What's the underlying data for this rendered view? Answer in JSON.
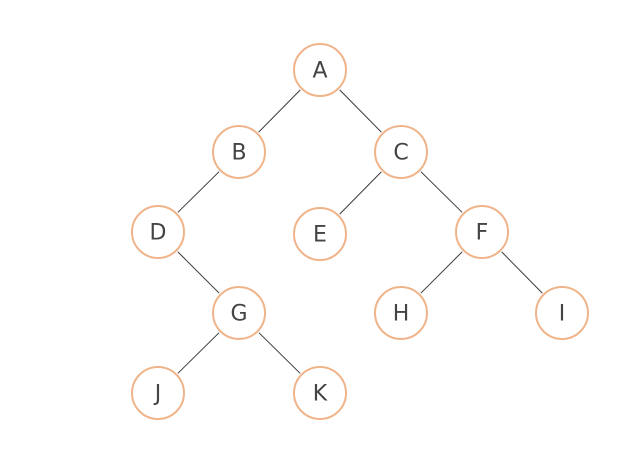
{
  "diagram": {
    "type": "binary-tree",
    "node_stroke_color": "#f0b48a",
    "edge_color": "#3a3a3a",
    "text_color": "#444444",
    "nodes": [
      {
        "id": "A",
        "label": "A"
      },
      {
        "id": "B",
        "label": "B"
      },
      {
        "id": "C",
        "label": "C"
      },
      {
        "id": "D",
        "label": "D"
      },
      {
        "id": "E",
        "label": "E"
      },
      {
        "id": "F",
        "label": "F"
      },
      {
        "id": "G",
        "label": "G"
      },
      {
        "id": "H",
        "label": "H"
      },
      {
        "id": "I",
        "label": "I"
      },
      {
        "id": "J",
        "label": "J"
      },
      {
        "id": "K",
        "label": "K"
      }
    ],
    "edges": [
      {
        "from": "A",
        "to": "B"
      },
      {
        "from": "A",
        "to": "C"
      },
      {
        "from": "B",
        "to": "D"
      },
      {
        "from": "C",
        "to": "E"
      },
      {
        "from": "C",
        "to": "F"
      },
      {
        "from": "D",
        "to": "G"
      },
      {
        "from": "F",
        "to": "H"
      },
      {
        "from": "F",
        "to": "I"
      },
      {
        "from": "G",
        "to": "J"
      },
      {
        "from": "G",
        "to": "K"
      }
    ]
  }
}
